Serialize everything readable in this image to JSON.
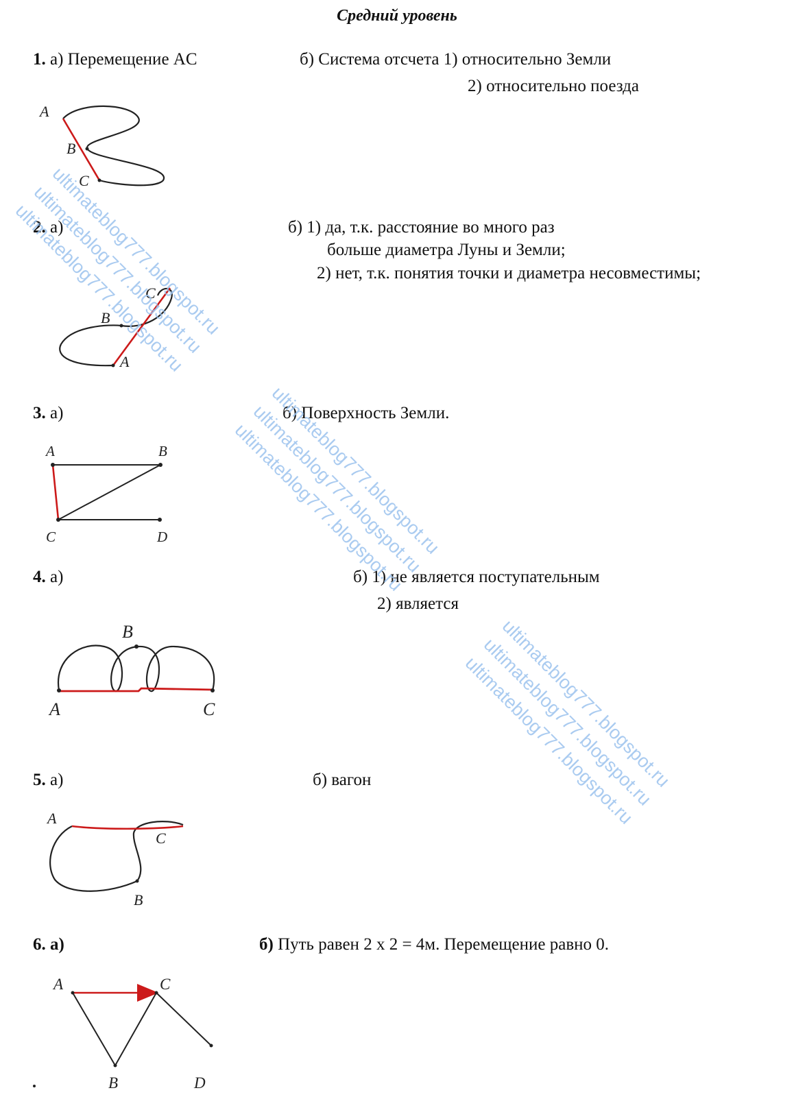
{
  "title": "Средний уровень",
  "tasks": [
    {
      "num": "1.",
      "a": "а) Перемещение AC",
      "b_lines": [
        "б) Система отсчета 1) относительно Земли",
        "2) относительно поезда"
      ]
    },
    {
      "num": "2.",
      "a": "а)",
      "b_lines": [
        "б)  1) да, т.к. расстояние во много раз",
        "больше диаметра Луны и Земли;",
        "2) нет, т.к. понятия точки и диаметра несовместимы;"
      ]
    },
    {
      "num": "3.",
      "a": " а)",
      "b_lines": [
        "б) Поверхность Земли."
      ]
    },
    {
      "num": "4.",
      "a": "а)",
      "b_lines": [
        "б) 1) не является поступательным",
        "2) является"
      ]
    },
    {
      "num": "5.",
      "a": "а)",
      "b_lines": [
        "б) вагон"
      ]
    },
    {
      "num": "6.",
      "a": "а)",
      "b_prefix": "б)",
      "b_text": " Путь равен 2 х 2 = 4м. Перемещение равно 0."
    }
  ],
  "figures": {
    "f1": {
      "labels": [
        "A",
        "B",
        "C"
      ]
    },
    "f2": {
      "labels": [
        "C",
        "B",
        "A"
      ]
    },
    "f3": {
      "labels": [
        "A",
        "B",
        "C",
        "D"
      ]
    },
    "f4": {
      "labels": [
        "B",
        "A",
        "C"
      ]
    },
    "f5": {
      "labels": [
        "A",
        "C",
        "B"
      ]
    },
    "f6": {
      "labels": [
        "A",
        "C",
        "B",
        "D"
      ]
    }
  },
  "watermark": "ultimateblog777.blogspot.ru",
  "colors": {
    "displacement": "#cc1a1a",
    "trajectory": "#222222",
    "watermark": "#9cc3ee"
  }
}
